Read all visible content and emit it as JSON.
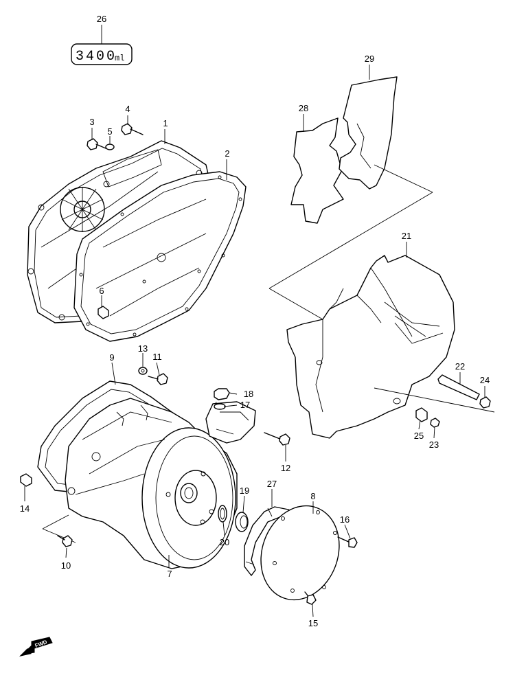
{
  "oil_tag": {
    "volume": "3400",
    "unit": "ml"
  },
  "direction_arrow": {
    "label": "FWD"
  },
  "callouts": [
    {
      "id": "c1",
      "number": "1"
    },
    {
      "id": "c2",
      "number": "2"
    },
    {
      "id": "c3",
      "number": "3"
    },
    {
      "id": "c4",
      "number": "4"
    },
    {
      "id": "c5",
      "number": "5"
    },
    {
      "id": "c6",
      "number": "6"
    },
    {
      "id": "c7",
      "number": "7"
    },
    {
      "id": "c8",
      "number": "8"
    },
    {
      "id": "c9",
      "number": "9"
    },
    {
      "id": "c10",
      "number": "10"
    },
    {
      "id": "c11",
      "number": "11"
    },
    {
      "id": "c12",
      "number": "12"
    },
    {
      "id": "c13",
      "number": "13"
    },
    {
      "id": "c14",
      "number": "14"
    },
    {
      "id": "c15",
      "number": "15"
    },
    {
      "id": "c16",
      "number": "16"
    },
    {
      "id": "c17",
      "number": "17"
    },
    {
      "id": "c18",
      "number": "18"
    },
    {
      "id": "c19",
      "number": "19"
    },
    {
      "id": "c20",
      "number": "20"
    },
    {
      "id": "c21",
      "number": "21"
    },
    {
      "id": "c22",
      "number": "22"
    },
    {
      "id": "c23",
      "number": "23"
    },
    {
      "id": "c24",
      "number": "24"
    },
    {
      "id": "c25",
      "number": "25"
    },
    {
      "id": "c26",
      "number": "26"
    },
    {
      "id": "c27",
      "number": "27"
    },
    {
      "id": "c28",
      "number": "28"
    },
    {
      "id": "c29",
      "number": "29"
    }
  ]
}
